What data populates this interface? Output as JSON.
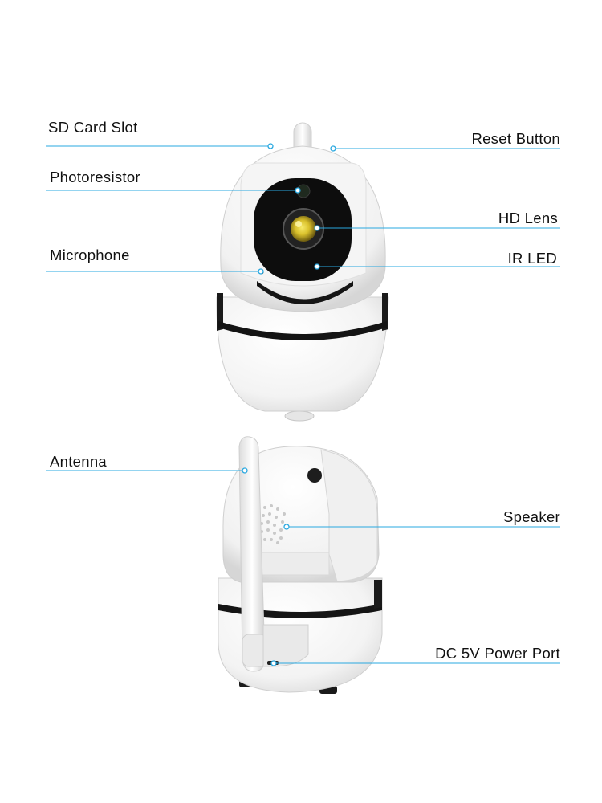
{
  "labels": {
    "sd_card_slot": "SD Card Slot",
    "reset_button": "Reset Button",
    "photoresistor": "Photoresistor",
    "hd_lens": "HD Lens",
    "microphone": "Microphone",
    "ir_led": "IR LED",
    "antenna": "Antenna",
    "speaker": "Speaker",
    "dc_power_port": "DC 5V Power Port"
  },
  "colors": {
    "leader_line": "#29a8e0",
    "camera_body": "#f7f7f7",
    "camera_black": "#111111",
    "lens_yellow": "#e8d23a"
  }
}
